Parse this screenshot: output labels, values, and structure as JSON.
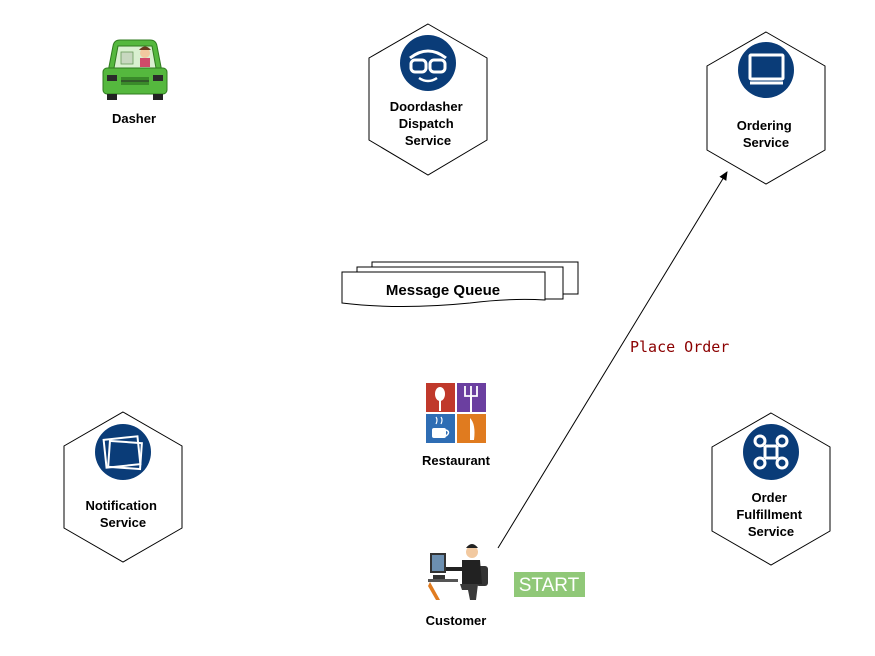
{
  "colors": {
    "service_fill": "#ffffff",
    "service_stroke": "#000000",
    "icon_circle": "#0a3c78",
    "edge_label": "#8b0000",
    "start_badge": "#90c878",
    "dasher_car": "#55b83e"
  },
  "nodes": {
    "dasher": {
      "label": "Dasher",
      "icon": "car-icon"
    },
    "dispatch": {
      "label_lines": [
        "Doordasher",
        "Dispatch",
        "Service"
      ],
      "icon": "goggles-icon"
    },
    "ordering": {
      "label_lines": [
        "Ordering",
        "Service"
      ],
      "icon": "monitor-icon"
    },
    "message_queue": {
      "label": "Message Queue"
    },
    "restaurant": {
      "label": "Restaurant",
      "icon": "restaurant-logo-icon"
    },
    "notification": {
      "label_lines": [
        "Notification",
        "Service"
      ],
      "icon": "notification-icon"
    },
    "fulfillment": {
      "label_lines": [
        "Order",
        "Fulfillment",
        "Service"
      ],
      "icon": "command-icon"
    },
    "customer": {
      "label": "Customer",
      "icon": "person-at-computer-icon"
    }
  },
  "edges": [
    {
      "from": "Customer",
      "to": "Ordering Service",
      "label": "Place Order"
    }
  ],
  "start_badge": {
    "label": "START"
  }
}
